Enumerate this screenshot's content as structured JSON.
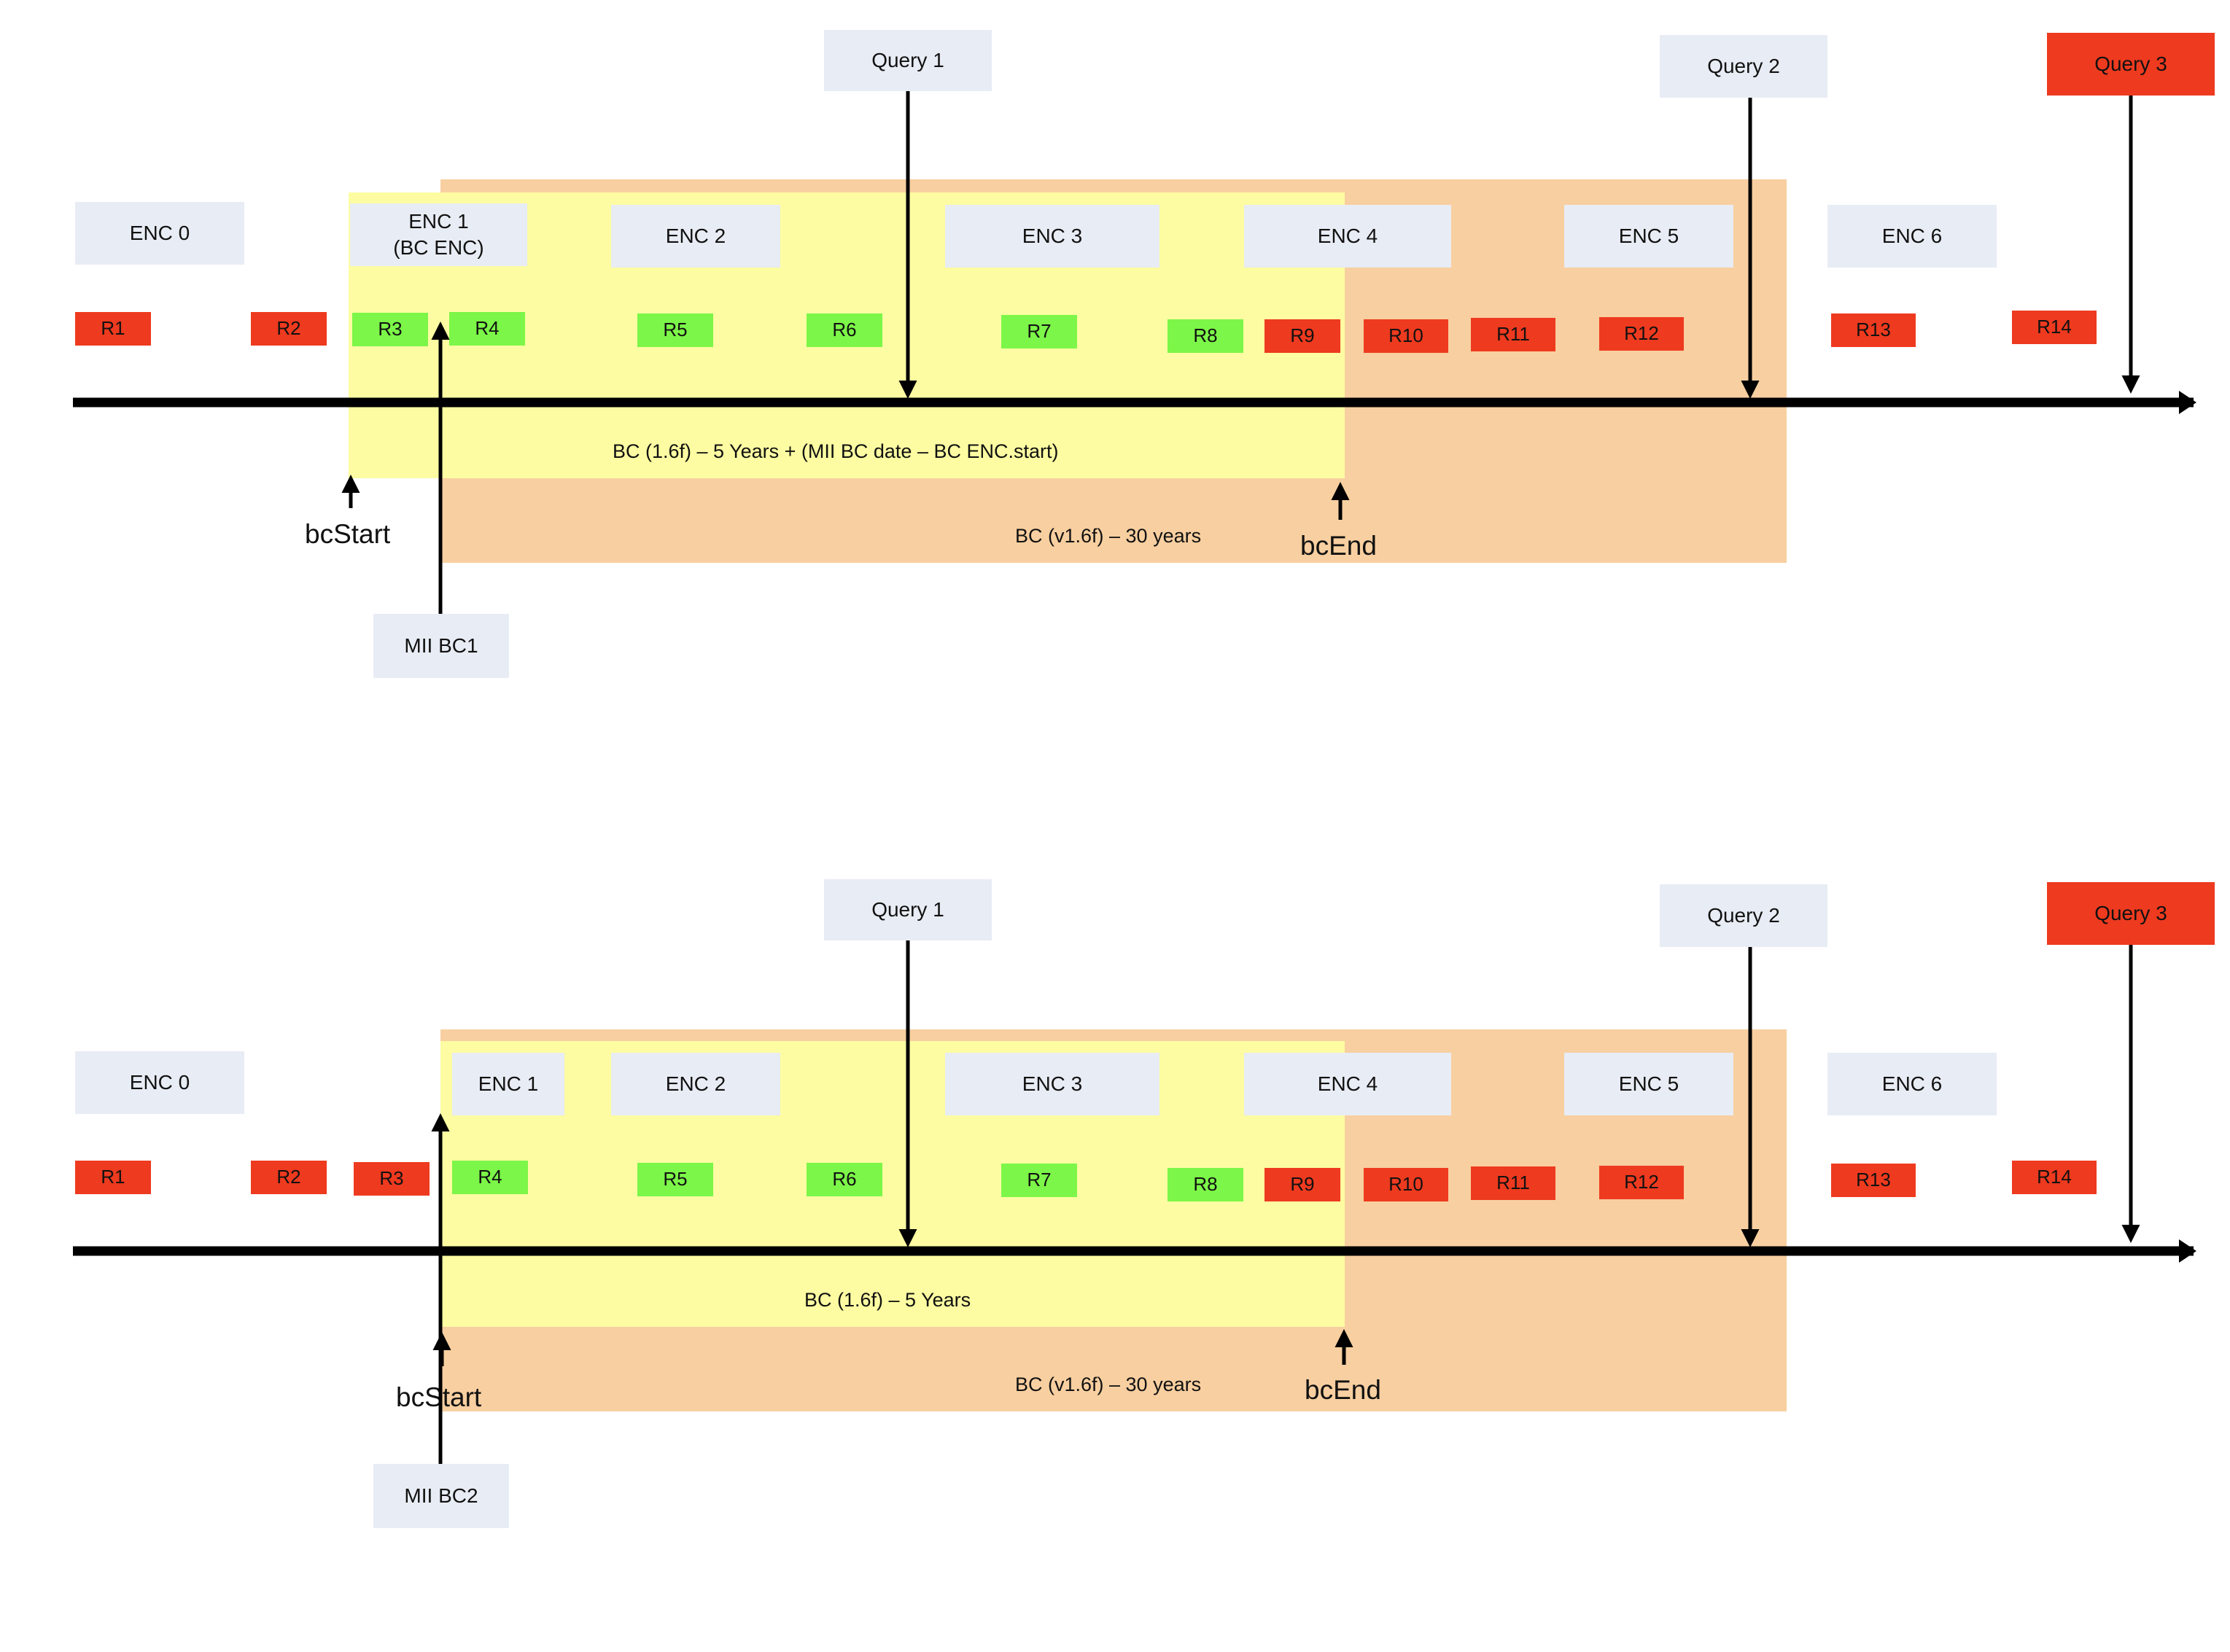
{
  "diagrams": [
    {
      "encounters": [
        "ENC 0",
        "ENC 1\n(BC ENC)",
        "ENC 2",
        "ENC 3",
        "ENC 4",
        "ENC 5",
        "ENC 6"
      ],
      "queries": [
        "Query 1",
        "Query 2",
        "Query 3"
      ],
      "records": [
        "R1",
        "R2",
        "R3",
        "R4",
        "R5",
        "R6",
        "R7",
        "R8",
        "R9",
        "R10",
        "R11",
        "R12",
        "R13",
        "R14"
      ],
      "record_status": [
        "red",
        "red",
        "green",
        "green",
        "green",
        "green",
        "green",
        "green",
        "red",
        "red",
        "red",
        "red",
        "red",
        "red"
      ],
      "yellow_label": "BC (1.6f) – 5 Years + (MII BC date – BC ENC.start)",
      "orange_label": "BC (v1.6f) – 30 years",
      "bc_start_label": "bcStart",
      "bc_end_label": "bcEnd",
      "mii_label": "MII BC1"
    },
    {
      "encounters": [
        "ENC 0",
        "ENC 1",
        "ENC 2",
        "ENC 3",
        "ENC 4",
        "ENC 5",
        "ENC 6"
      ],
      "queries": [
        "Query 1",
        "Query 2",
        "Query 3"
      ],
      "records": [
        "R1",
        "R2",
        "R3",
        "R4",
        "R5",
        "R6",
        "R7",
        "R8",
        "R9",
        "R10",
        "R11",
        "R12",
        "R13",
        "R14"
      ],
      "record_status": [
        "red",
        "red",
        "red",
        "green",
        "green",
        "green",
        "green",
        "green",
        "red",
        "red",
        "red",
        "red",
        "red",
        "red"
      ],
      "yellow_label": "BC (1.6f) – 5 Years",
      "orange_label": "BC (v1.6f) – 30 years",
      "bc_start_label": "bcStart",
      "bc_end_label": "bcEnd",
      "mii_label": "MII BC2"
    }
  ],
  "colors": {
    "red": "#ee3a1f",
    "green": "#7cf648",
    "yellow_region": "#fdfca2",
    "orange_region": "#f8cfa0",
    "box_gray": "#e8ecf4"
  }
}
